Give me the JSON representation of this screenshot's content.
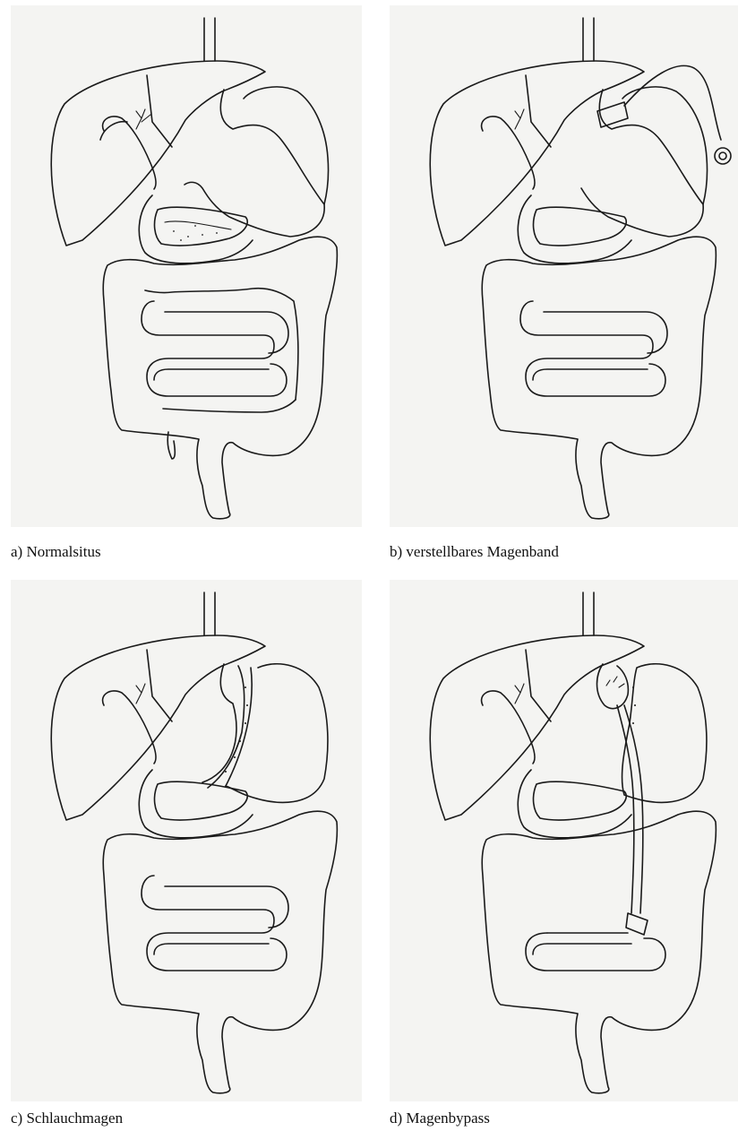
{
  "panels": [
    {
      "id": "a",
      "caption": "a) Normalsitus",
      "variant": "normal"
    },
    {
      "id": "b",
      "caption": "b) verstellbares Magenband",
      "variant": "gastric-band"
    },
    {
      "id": "c",
      "caption": "c) Schlauchmagen",
      "variant": "sleeve"
    },
    {
      "id": "d",
      "caption": "d) Magenbypass",
      "variant": "bypass"
    }
  ],
  "colors": {
    "background": "#ffffff",
    "panel": "#f4f4f2",
    "ink": "#1a1a1a"
  }
}
